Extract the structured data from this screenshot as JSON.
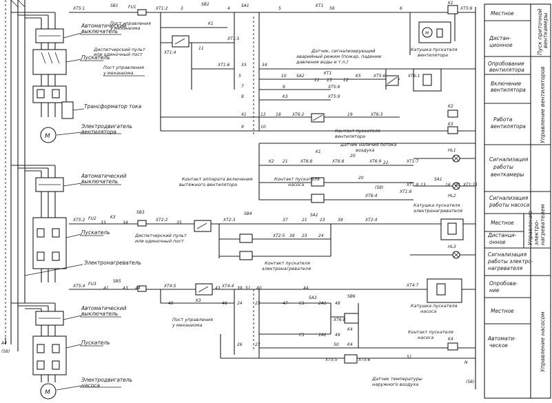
{
  "left_labels": {
    "auto1": "Автоматический выключатель",
    "starter1": "Пускатель",
    "transformer": "Трансформатор тока",
    "motor1": "Электродвигатель вентилятора",
    "auto2": "Автоматический выключатель",
    "starter2": "Пускатель",
    "heater": "Электронагреватель",
    "auto3": "Автоматический выключатель",
    "starter3": "Пускатель",
    "motor3": "Электродвигатель насоса",
    "a4": "A4",
    "s8": "(58)",
    "m": "M"
  },
  "center_labels": {
    "post_mech_top": "Пост управления у механизма",
    "dispatcher1": "Диспетчерский пульт или одиночный пост",
    "post_mech2": "Пост управления у механизма",
    "sensor_alarm": "Датчик, сигнализирующий аварийный режим (пожар, падение давления воды и т.п.)",
    "coil_fan": "Катушка пускателя вентилятора",
    "contact_fan": "Контакт пускателя вентилятора",
    "sensor_air": "Датчик наличия потока воздуха",
    "contact_exhaust": "Контакт аппарата включения вытяжного вентилятора",
    "contact_pump": "Контакт пускателя насоса",
    "coil_heater": "Катушка пускателя электронагревателя",
    "dispatcher2": "Диспетчерский пульт или одиночный пост",
    "contact_heater": "Контакт пускателя электронагревателя",
    "post_mech3": "Пост управления у механизма",
    "coil_pump": "Катушка пускателя насоса",
    "contact_pump2": "Контакт пускателя насоса",
    "sensor_temp": "Датчик температуры наружного воздуха",
    "s8b": "(58)",
    "n": "N"
  },
  "right_table": {
    "r1": "Местное",
    "r2": "Дистан-ционное",
    "r3": "Опробование вентилятора",
    "r4": "Включение вентилятора",
    "r5": "Работа вентилятора",
    "r6": "Сигнализация работы венткамеры",
    "r7": "Сигнализация работы насоса",
    "r8": "Местное",
    "r9": "Дистанци-онное",
    "r10": "Сигнализация работы электро-нагревателя",
    "r11": "Опробова-ние",
    "r12": "Местное",
    "r13": "Автомати-ческое",
    "v1": "Пуск приточной венткамеры",
    "v2": "Управление вентиляторов",
    "v3": "Управление электро-нагревателем",
    "v4": "Управление насосом",
    "xt": "XT5:6"
  }
}
